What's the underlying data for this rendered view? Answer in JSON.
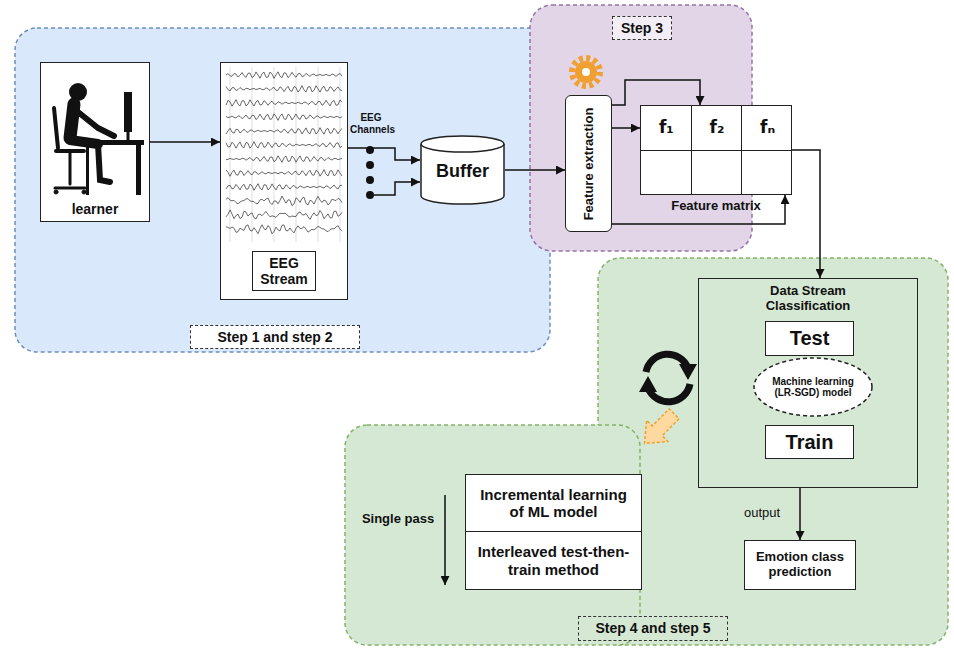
{
  "diagram": {
    "nodes": [
      {
        "text": [
          "Step 1 and step 2"
        ]
      },
      {
        "text": [
          "learner"
        ],
        "in": 0
      },
      {
        "text": [
          "EEG Stream"
        ],
        "in": 0
      },
      {
        "text": [
          "Buffer"
        ],
        "in": 0
      },
      {
        "text": [
          "Step 3"
        ]
      },
      {
        "text": [
          "Feature extraction"
        ],
        "in": 4
      },
      {
        "text": [
          "f₁",
          "f₂",
          "fₙ",
          "Feature matrix"
        ],
        "in": 4
      },
      {
        "text": [
          "Step 4 and step 5"
        ]
      },
      {
        "text": [
          "Data Stream Classification"
        ],
        "in": 7
      },
      {
        "text": [
          "Test"
        ],
        "in": 8
      },
      {
        "text": [
          "Machine learning (LR-SGD) model"
        ],
        "in": 8
      },
      {
        "text": [
          "Train"
        ],
        "in": 8
      },
      {
        "text": [
          "Emotion class prediction"
        ],
        "in": 7
      },
      {
        "text": [
          "Incremental learning of ML model"
        ],
        "in": 7
      },
      {
        "text": [
          "Interleaved test-then-train method"
        ],
        "in": 7
      }
    ],
    "edges": [
      {
        "from": 1,
        "to": 2,
        "arrow": "to"
      },
      {
        "from": 2,
        "to": 3,
        "arrow": "to"
      },
      {
        "from": 3,
        "to": 5,
        "arrow": "to"
      },
      {
        "from": 5,
        "to": 6,
        "arrow": "to"
      },
      {
        "from": 5,
        "to": 6,
        "arrow": "to"
      },
      {
        "from": 5,
        "to": 6,
        "arrow": "to"
      },
      {
        "from": 6,
        "to": 8,
        "arrow": "to"
      },
      {
        "from": 8,
        "to": 12,
        "label": "output",
        "arrow": "to"
      }
    ],
    "labels": [
      "EEG Channels",
      "Single pass"
    ]
  }
}
